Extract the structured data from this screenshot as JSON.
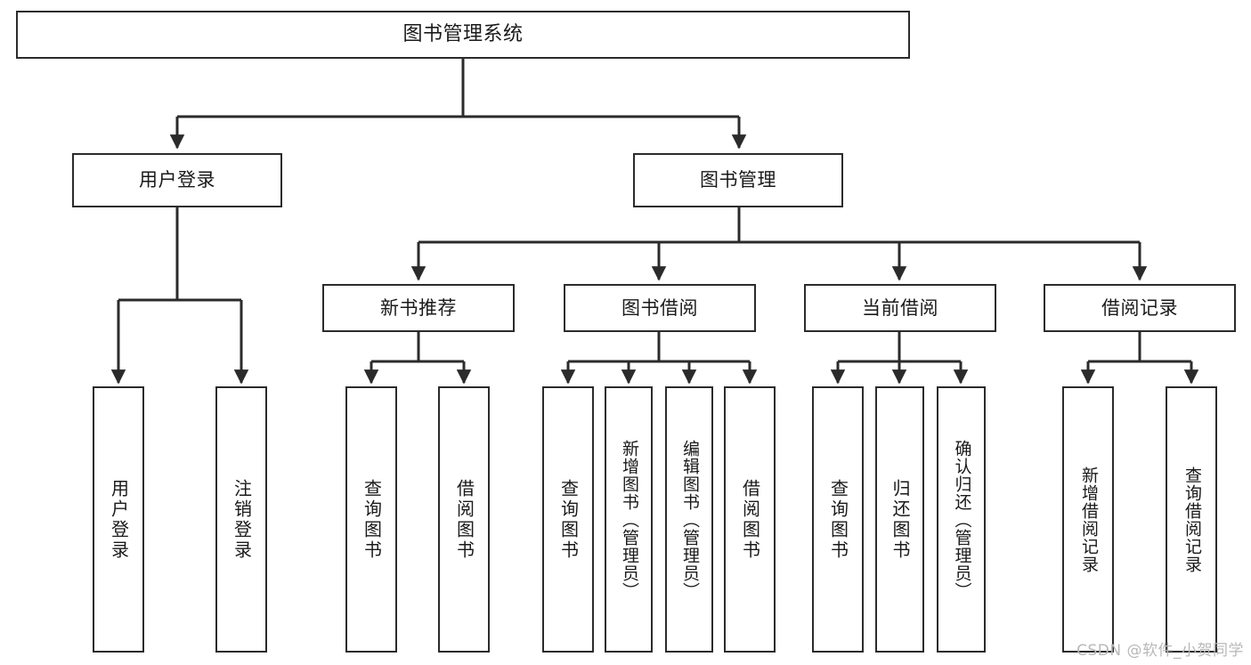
{
  "diagram": {
    "type": "tree-hierarchy",
    "title": "图书管理系统",
    "watermark": "CSDN @软件_小贺同学",
    "colors": {
      "stroke": "#2b2b2b",
      "fill": "#ffffff",
      "text": "#1a1a1a",
      "watermark": "#b8b8b8"
    },
    "nodes": {
      "root": {
        "label": "图书管理系统"
      },
      "level1": [
        {
          "id": "user-login",
          "label": "用户登录"
        },
        {
          "id": "book-manage",
          "label": "图书管理"
        }
      ],
      "level2": [
        {
          "id": "new-book-recommend",
          "label": "新书推荐",
          "parent": "book-manage"
        },
        {
          "id": "book-borrow",
          "label": "图书借阅",
          "parent": "book-manage"
        },
        {
          "id": "current-borrow",
          "label": "当前借阅",
          "parent": "book-manage"
        },
        {
          "id": "borrow-record",
          "label": "借阅记录",
          "parent": "book-manage"
        }
      ],
      "leaves": [
        {
          "id": "leaf-user-login",
          "label": "用户登录",
          "parent": "user-login"
        },
        {
          "id": "leaf-logout-login",
          "label": "注销登录",
          "parent": "user-login"
        },
        {
          "id": "leaf-query-book-1",
          "label": "查询图书",
          "parent": "new-book-recommend"
        },
        {
          "id": "leaf-borrow-book-1",
          "label": "借阅图书",
          "parent": "new-book-recommend"
        },
        {
          "id": "leaf-query-book-2",
          "label": "查询图书",
          "parent": "book-borrow"
        },
        {
          "id": "leaf-add-book",
          "label": "新增图书（管理员）",
          "parent": "book-borrow"
        },
        {
          "id": "leaf-edit-book",
          "label": "编辑图书（管理员）",
          "parent": "book-borrow"
        },
        {
          "id": "leaf-borrow-book-2",
          "label": "借阅图书",
          "parent": "book-borrow"
        },
        {
          "id": "leaf-query-book-3",
          "label": "查询图书",
          "parent": "current-borrow"
        },
        {
          "id": "leaf-return-book",
          "label": "归还图书",
          "parent": "current-borrow"
        },
        {
          "id": "leaf-confirm-return",
          "label": "确认归还（管理员）",
          "parent": "current-borrow"
        },
        {
          "id": "leaf-add-record",
          "label": "新增借阅记录",
          "parent": "borrow-record"
        },
        {
          "id": "leaf-query-record",
          "label": "查询借阅记录",
          "parent": "borrow-record"
        }
      ]
    }
  }
}
